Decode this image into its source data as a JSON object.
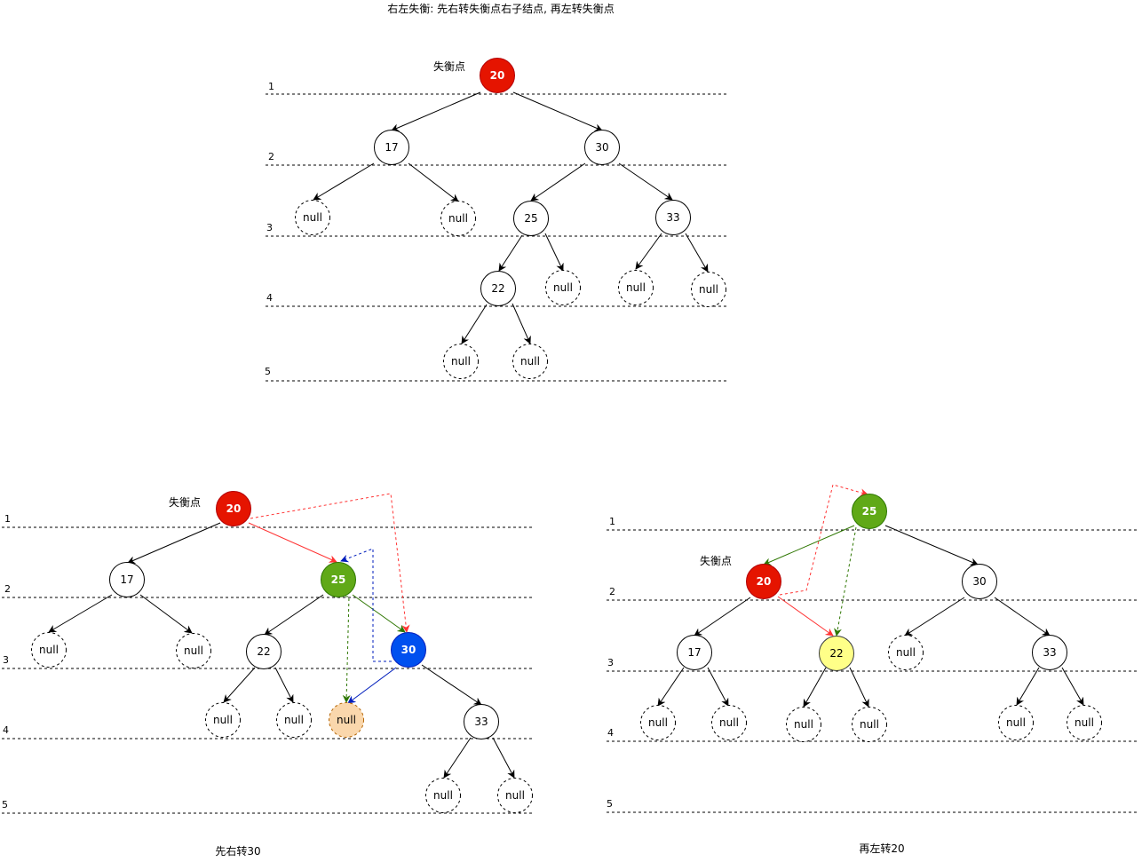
{
  "title": "右左失衡: 先右转失衡点右子结点, 再左转失衡点",
  "colors": {
    "unbalanced": "#e51400",
    "pivot": "#60a917",
    "moved": "#0050ef",
    "detached_null": "#fad7ac",
    "new_child": "#ffff88",
    "white": "#ffffff",
    "edge": "#000000",
    "red_arrow": "#ff3333",
    "green_arrow": "#2d7600",
    "blue_arrow": "#001dbc"
  },
  "panels": {
    "top": {
      "unbalanced_label": "失衡点",
      "levels": [
        "1",
        "2",
        "3",
        "4",
        "5"
      ],
      "nodes": {
        "n20": "20",
        "n17": "17",
        "n30": "30",
        "l17": "null",
        "r17": "null",
        "n25": "25",
        "n33": "33",
        "n22": "22",
        "r25": "null",
        "l33": "null",
        "r33": "null",
        "l22": "null",
        "r22": "null"
      }
    },
    "step1": {
      "unbalanced_label": "失衡点",
      "caption": "先右转30",
      "levels": [
        "1",
        "2",
        "3",
        "4",
        "5"
      ],
      "nodes": {
        "n20": "20",
        "n17": "17",
        "n25": "25",
        "l17": "null",
        "r17": "null",
        "n22": "22",
        "n30": "30",
        "l22": "null",
        "r22": "null",
        "l30": "null",
        "n33": "33",
        "l33": "null",
        "r33": "null"
      }
    },
    "step2": {
      "unbalanced_label": "失衡点",
      "caption": "再左转20",
      "levels": [
        "1",
        "2",
        "3",
        "4",
        "5"
      ],
      "nodes": {
        "n25": "25",
        "n20": "20",
        "n30": "30",
        "n17": "17",
        "n22": "22",
        "l30": "null",
        "n33": "33",
        "l17": "null",
        "r17": "null",
        "l22": "null",
        "r22": "null",
        "l33": "null",
        "r33": "null"
      }
    }
  }
}
